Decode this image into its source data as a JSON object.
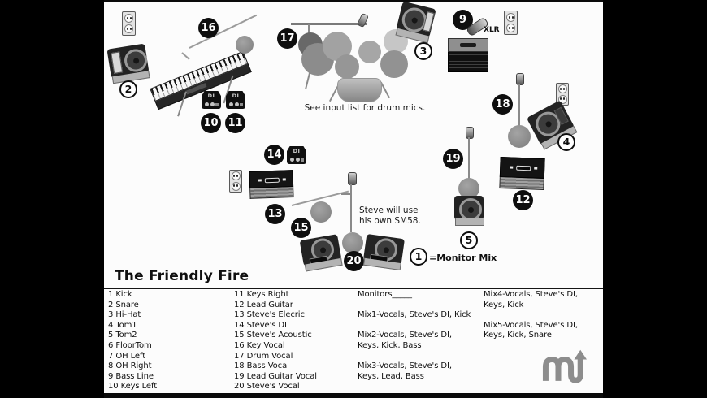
{
  "band": {
    "title": "The Friendly Fire"
  },
  "stage": {
    "markers": {
      "m9": "9",
      "m10": "10",
      "m11": "11",
      "m12": "12",
      "m13": "13",
      "m14": "14",
      "m15": "15",
      "m16": "16",
      "m17": "17",
      "m18": "18",
      "m19": "19",
      "m20": "20"
    },
    "mixes": {
      "c1": "1",
      "c2": "2",
      "c3": "3",
      "c4": "4",
      "c5": "5"
    },
    "di_label": "DI",
    "xlr_label": "XLR",
    "drum_note": "See input list for drum mics.",
    "steve_note": [
      "Steve will use",
      "his own SM58."
    ],
    "monitor_legend": "=Monitor Mix"
  },
  "input_list": {
    "col1": [
      "1 Kick",
      "2 Snare",
      "3 Hi-Hat",
      "4 Tom1",
      "5 Tom2",
      "6 FloorTom",
      "7 OH Left",
      "8 OH Right",
      "9 Bass Line",
      "10 Keys Left"
    ],
    "col2": [
      "11 Keys Right",
      "12 Lead Guitar",
      "13 Steve's Elecric",
      "14 Steve's DI",
      "15 Steve's Acoustic",
      "16 Key Vocal",
      "17 Drum Vocal",
      "18 Bass Vocal",
      "19 Lead Guitar Vocal",
      "20 Steve's Vocal"
    ],
    "col3": [
      "Monitors_____",
      "",
      "Mix1-Vocals, Steve's DI, Kick",
      "",
      "Mix2-Vocals, Steve's DI,",
      "Keys, Kick, Bass",
      "",
      "Mix3-Vocals, Steve's DI,",
      "Keys, Lead, Bass",
      ""
    ],
    "col4": [
      "Mix4-Vocals, Steve's DI,",
      "Keys, Kick",
      "",
      "Mix5-Vocals, Steve's DI,",
      "Keys, Kick, Snare",
      "",
      "",
      "",
      "",
      ""
    ]
  },
  "colors": {
    "page": "#fcfcfc",
    "ink": "#0e0e0e",
    "gray": "#8d8d8d"
  }
}
